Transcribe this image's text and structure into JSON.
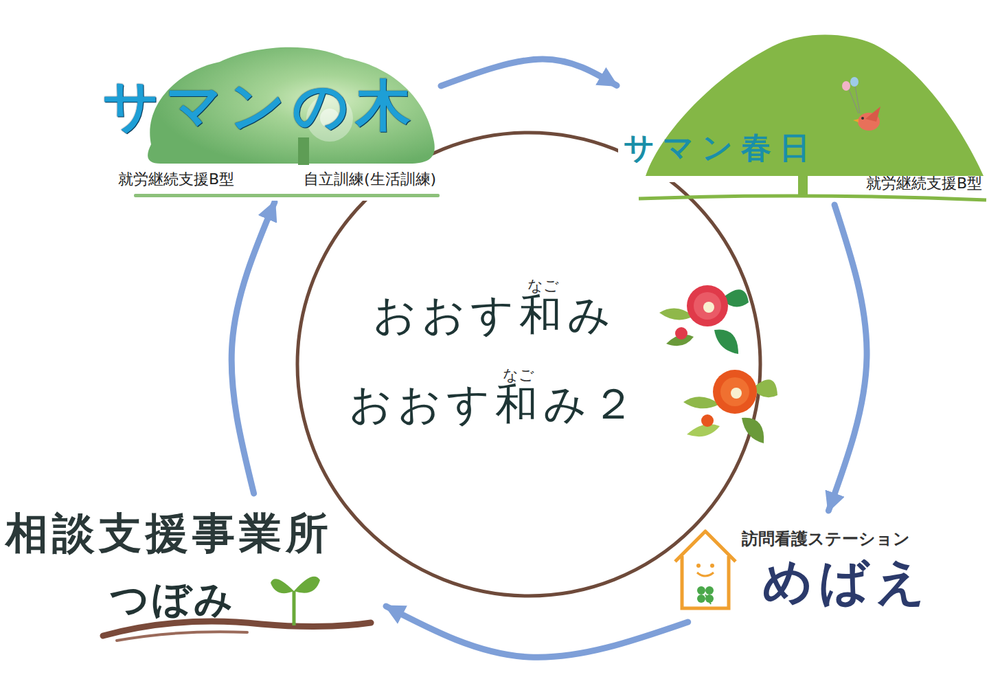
{
  "diagram": {
    "nodes": [
      {
        "text": [
          "サマンの木",
          "就労継続支援B型",
          "自立訓練(生活訓練)"
        ]
      },
      {
        "text": [
          "サマン春日",
          "就労継続支援B型"
        ]
      },
      {
        "text": [
          "なご",
          "おおす和み",
          "なご",
          "おおす和み２"
        ]
      },
      {
        "text": [
          "訪問看護ステーション",
          "めばえ"
        ]
      },
      {
        "text": [
          "相談支援事業所",
          "つぼみ"
        ]
      }
    ],
    "edges": [
      {
        "from": 0,
        "to": 1,
        "arrow": "to"
      },
      {
        "from": 1,
        "to": 3,
        "arrow": "to"
      },
      {
        "from": 3,
        "to": 4,
        "arrow": "to"
      },
      {
        "from": 4,
        "to": 0,
        "arrow": "to"
      }
    ]
  }
}
